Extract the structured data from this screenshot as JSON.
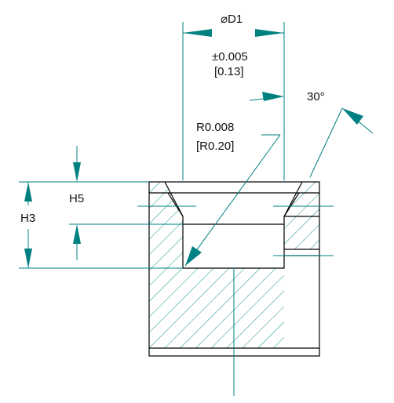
{
  "labels": {
    "diameter": "⌀D1",
    "tolerance_in": "±0.005",
    "tolerance_mm": "[0.13]",
    "angle": "30°",
    "radius_in": "R0.008",
    "radius_mm": "[R0.20]",
    "h5": "H5",
    "h3": "H3"
  },
  "colors": {
    "outline": "#000000",
    "dimension": "#008080",
    "hatch": "#008080",
    "text": "#111111"
  }
}
